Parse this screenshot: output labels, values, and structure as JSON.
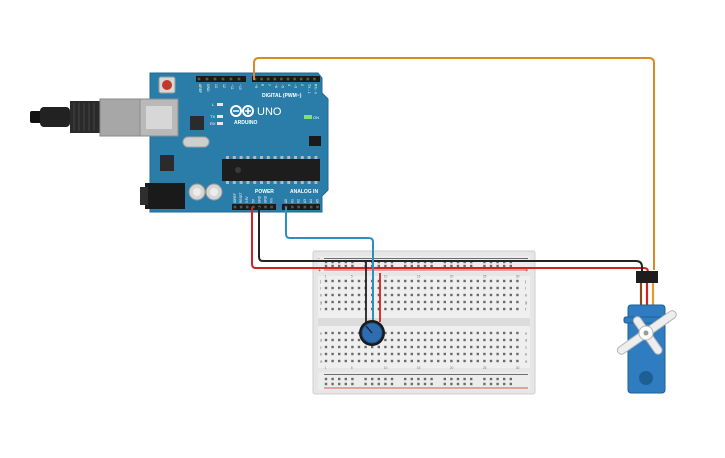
{
  "arduino": {
    "logo_text": "ARDUINO",
    "model": "UNO",
    "digital_label": "DIGITAL (PWM~)",
    "power_label": "POWER",
    "analog_label": "ANALOG IN",
    "on_label": "ON",
    "led_l": "L",
    "led_tx": "TX",
    "led_rx": "RX",
    "top_pins": [
      "AREF",
      "GND",
      "13",
      "12",
      "~11",
      "~10",
      "~9",
      "8",
      "7",
      "~6",
      "~5",
      "4",
      "~3",
      "2",
      "TX→1",
      "RX←0"
    ],
    "power_pins": [
      "IOREF",
      "RESET",
      "3.3V",
      "5V",
      "GND",
      "GND",
      "Vin"
    ],
    "analog_pins": [
      "A0",
      "A1",
      "A2",
      "A3",
      "A4",
      "A5"
    ]
  },
  "breadboard": {
    "columns_left": [
      "1",
      "5",
      "10",
      "15",
      "20",
      "25",
      "30"
    ],
    "rows_top": [
      "j",
      "i",
      "h",
      "g",
      "f"
    ],
    "rows_bottom": [
      "e",
      "d",
      "c",
      "b",
      "a"
    ]
  },
  "colors": {
    "wire_orange": "#d98a26",
    "wire_red": "#d32020",
    "wire_black": "#222222",
    "wire_blue": "#2a8fc4",
    "board_blue": "#2b7da9",
    "servo_blue": "#2f7cc0"
  }
}
